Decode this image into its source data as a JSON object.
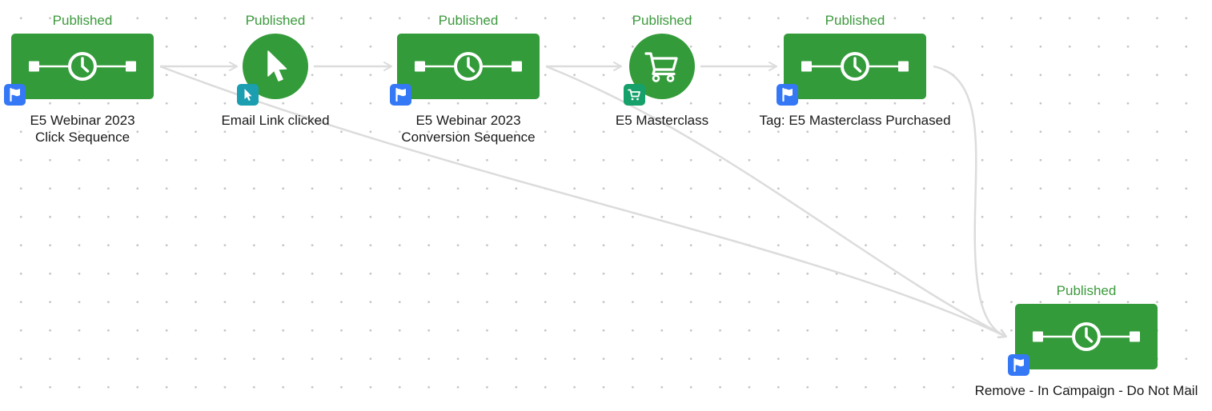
{
  "canvas": {
    "title": "Campaign flow canvas"
  },
  "colors": {
    "node_fill": "#339b3a",
    "status_text": "#3c9a3d",
    "connector": "#dcdcdc",
    "badge_flag": "#3478f6",
    "badge_click": "#1a9eb0",
    "badge_cart": "#16a06a"
  },
  "nodes": [
    {
      "id": "n1",
      "status": "Published",
      "type": "sequence",
      "icon": "clock-icon",
      "badge": "flag-icon",
      "label_line1": "E5 Webinar 2023",
      "label_line2": "Click Sequence"
    },
    {
      "id": "n2",
      "status": "Published",
      "type": "goal",
      "icon": "cursor-icon",
      "badge": "cursor-badge-icon",
      "label_line1": "Email Link clicked",
      "label_line2": ""
    },
    {
      "id": "n3",
      "status": "Published",
      "type": "sequence",
      "icon": "clock-icon",
      "badge": "flag-icon",
      "label_line1": "E5 Webinar 2023",
      "label_line2": "Conversion Sequence"
    },
    {
      "id": "n4",
      "status": "Published",
      "type": "goal",
      "icon": "cart-icon",
      "badge": "cart-badge-icon",
      "label_line1": "E5 Masterclass",
      "label_line2": ""
    },
    {
      "id": "n5",
      "status": "Published",
      "type": "sequence",
      "icon": "clock-icon",
      "badge": "flag-icon",
      "label_line1": "Tag: E5 Masterclass Purchased",
      "label_line2": ""
    },
    {
      "id": "n6",
      "status": "Published",
      "type": "sequence",
      "icon": "clock-icon",
      "badge": "flag-icon",
      "label_line1": "Remove - In Campaign - Do Not Mail",
      "label_line2": ""
    }
  ]
}
